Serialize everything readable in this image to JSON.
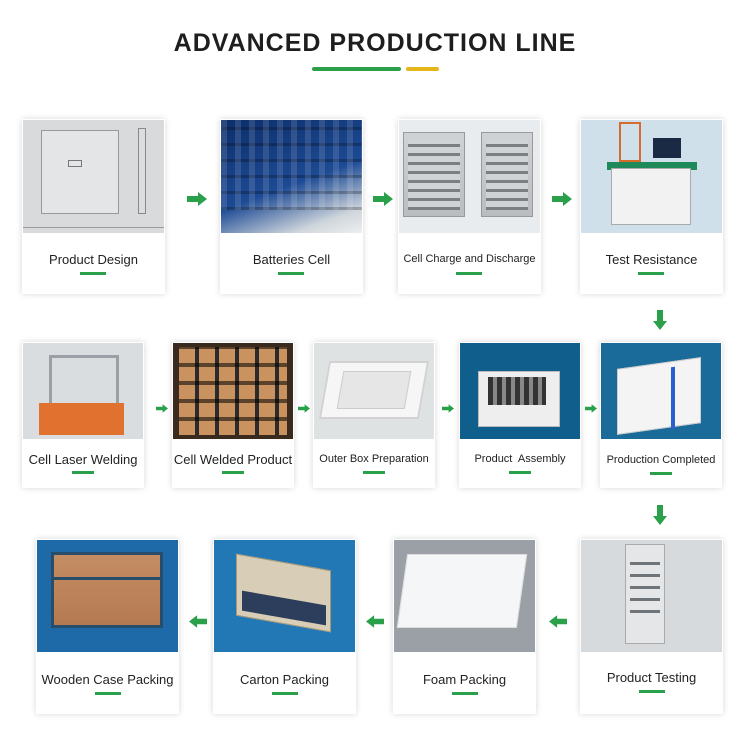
{
  "title": "ADVANCED PRODUCTION LINE",
  "colors": {
    "accent_green": "#2aa04a",
    "accent_yellow": "#e5b51c"
  },
  "steps": [
    {
      "label": "Product Design",
      "photo": "drawing"
    },
    {
      "label": "Batteries Cell",
      "photo": "battery-cells"
    },
    {
      "label": "Cell Charge and Discharge",
      "photo": "charge-racks"
    },
    {
      "label": "Test Resistance",
      "photo": "test-bench"
    },
    {
      "label": "Production Completed",
      "photo": "finished-unit"
    },
    {
      "label": "Product  Assembly",
      "photo": "assembly"
    },
    {
      "label": "Outer Box Preparation",
      "photo": "outer-box"
    },
    {
      "label": "Cell Welded Product",
      "photo": "welded-cells"
    },
    {
      "label": "Cell Laser Welding",
      "photo": "laser-welder"
    },
    {
      "label": "Product Testing",
      "photo": "test-cabinet"
    },
    {
      "label": "Foam Packing",
      "photo": "foam"
    },
    {
      "label": "Carton Packing",
      "photo": "carton"
    },
    {
      "label": "Wooden Case Packing",
      "photo": "wooden-case"
    }
  ],
  "arrow_icon": "green-arrow-icon"
}
